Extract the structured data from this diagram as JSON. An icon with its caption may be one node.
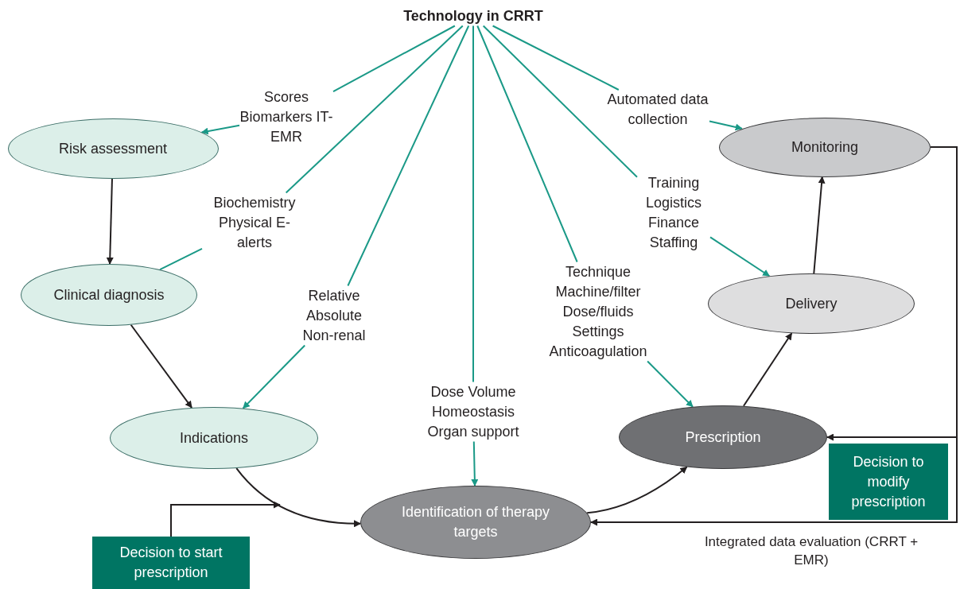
{
  "diagram": {
    "nodes": [
      {
        "text": [
          "Technology in CRRT"
        ]
      },
      {
        "text": [
          "Risk assessment"
        ]
      },
      {
        "text": [
          "Clinical diagnosis"
        ]
      },
      {
        "text": [
          "Indications"
        ]
      },
      {
        "text": [
          "Identification of therapy targets"
        ]
      },
      {
        "text": [
          "Prescription"
        ]
      },
      {
        "text": [
          "Delivery"
        ]
      },
      {
        "text": [
          "Monitoring"
        ]
      },
      {
        "text": [
          "Scores Biomarkers IT-EMR"
        ]
      },
      {
        "text": [
          "Biochemistry Physical E-alerts"
        ]
      },
      {
        "text": [
          "Relative Absolute Non-renal"
        ]
      },
      {
        "text": [
          "Dose Volume Homeostasis Organ support"
        ]
      },
      {
        "text": [
          "Technique Machine/filter Dose/fluids Settings Anticoagulation"
        ]
      },
      {
        "text": [
          "Training Logistics Finance Staffing"
        ]
      },
      {
        "text": [
          "Automated data collection"
        ]
      },
      {
        "text": [
          "Decision to start prescription"
        ]
      },
      {
        "text": [
          "Decision to modify prescription"
        ]
      }
    ],
    "edges": [
      {
        "from": 0,
        "to": 8,
        "arrow": "none"
      },
      {
        "from": 0,
        "to": 9,
        "arrow": "none"
      },
      {
        "from": 0,
        "to": 10,
        "arrow": "none"
      },
      {
        "from": 0,
        "to": 11,
        "arrow": "none"
      },
      {
        "from": 0,
        "to": 12,
        "arrow": "none"
      },
      {
        "from": 0,
        "to": 13,
        "arrow": "none"
      },
      {
        "from": 0,
        "to": 14,
        "arrow": "none"
      },
      {
        "from": 8,
        "to": 1,
        "arrow": "to"
      },
      {
        "from": 9,
        "to": 2,
        "arrow": "none"
      },
      {
        "from": 10,
        "to": 3,
        "arrow": "to"
      },
      {
        "from": 11,
        "to": 4,
        "arrow": "to"
      },
      {
        "from": 12,
        "to": 5,
        "arrow": "to"
      },
      {
        "from": 13,
        "to": 6,
        "arrow": "to"
      },
      {
        "from": 14,
        "to": 7,
        "arrow": "to"
      },
      {
        "from": 1,
        "to": 2,
        "arrow": "to",
        "color": "#231f20"
      },
      {
        "from": 2,
        "to": 3,
        "arrow": "to",
        "color": "#231f20"
      },
      {
        "from": 3,
        "to": 4,
        "arrow": "to",
        "color": "#231f20"
      },
      {
        "from": 4,
        "to": 5,
        "arrow": "to",
        "color": "#231f20"
      },
      {
        "from": 5,
        "to": 6,
        "arrow": "to",
        "color": "#231f20"
      },
      {
        "from": 6,
        "to": 7,
        "arrow": "to",
        "color": "#231f20"
      },
      {
        "from": 7,
        "to": 5,
        "arrow": "to",
        "color": "#231f20"
      },
      {
        "from": 7,
        "to": 4,
        "arrow": "to",
        "color": "#231f20",
        "label": "Integrated data evaluation (CRRT + EMR)"
      },
      {
        "from": 15,
        "to": null,
        "arrow": "to",
        "color": "#231f20"
      }
    ]
  }
}
